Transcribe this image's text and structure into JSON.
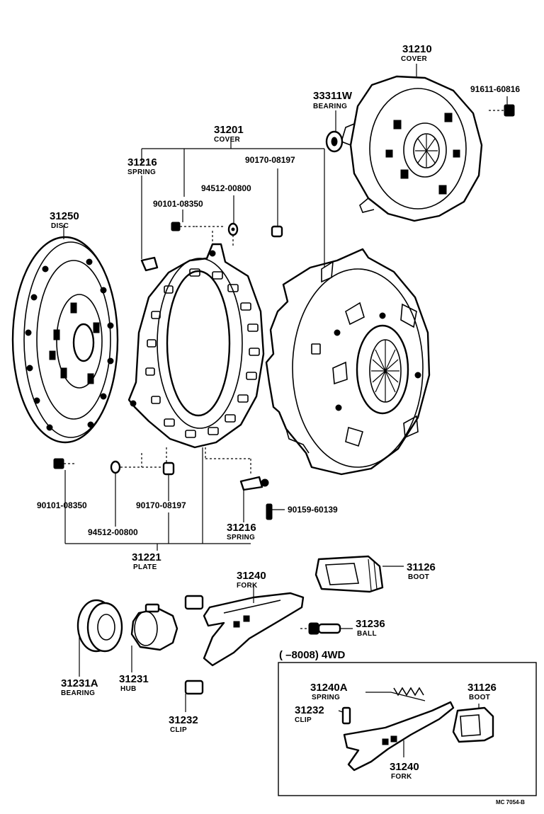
{
  "callouts": {
    "cover_31210": {
      "number": "31210",
      "name": "COVER"
    },
    "bearing_33311w": {
      "number": "33311W",
      "name": "BEARING"
    },
    "bolt_91611": {
      "number": "91611-60816"
    },
    "cover_31201": {
      "number": "31201",
      "name": "COVER"
    },
    "spring_31216_top": {
      "number": "31216",
      "name": "SPRING"
    },
    "nut_90170_top": {
      "number": "90170-08197"
    },
    "washer_94512_top": {
      "number": "94512-00800"
    },
    "bolt_90101_top": {
      "number": "90101-08350"
    },
    "disc_31250": {
      "number": "31250",
      "name": "DISC"
    },
    "bolt_90101_bottom": {
      "number": "90101-08350"
    },
    "nut_90170_bottom": {
      "number": "90170-08197"
    },
    "screw_90159": {
      "number": "90159-60139"
    },
    "washer_94512_bottom": {
      "number": "94512-00800"
    },
    "spring_31216_bottom": {
      "number": "31216",
      "name": "SPRING"
    },
    "plate_31221": {
      "number": "31221",
      "name": "PLATE"
    },
    "fork_31240": {
      "number": "31240",
      "name": "FORK"
    },
    "boot_31126": {
      "number": "31126",
      "name": "BOOT"
    },
    "ball_31236": {
      "number": "31236",
      "name": "BALL"
    },
    "bearing_31231a": {
      "number": "31231A",
      "name": "BEARING"
    },
    "hub_31231": {
      "number": "31231",
      "name": "HUB"
    },
    "clip_31232": {
      "number": "31232",
      "name": "CLIP"
    }
  },
  "inset": {
    "heading": "(     –8008) 4WD",
    "spring_31240a": {
      "number": "31240A",
      "name": "SPRING"
    },
    "boot_31126": {
      "number": "31126",
      "name": "BOOT"
    },
    "clip_31232": {
      "number": "31232",
      "name": "CLIP"
    },
    "fork_31240": {
      "number": "31240",
      "name": "FORK"
    }
  },
  "footer_code": "MC 7054-B"
}
